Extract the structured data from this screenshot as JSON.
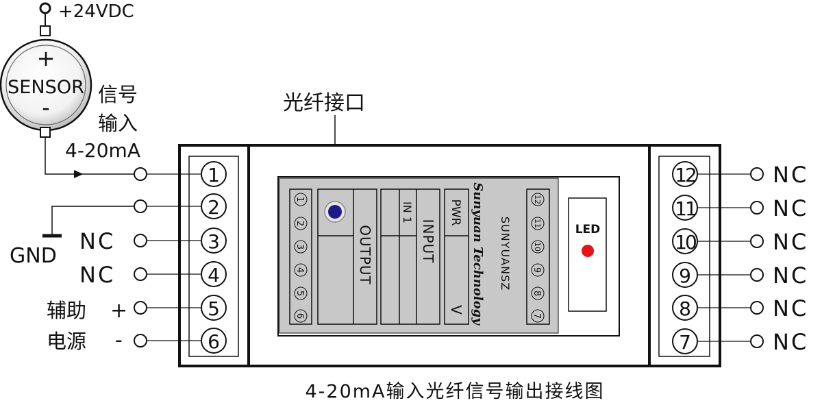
{
  "power_label": "+24VDC",
  "sensor": {
    "plus": "+",
    "label": "SENSOR",
    "minus": "-"
  },
  "signal_label_line1": "信号",
  "signal_label_line2": "输入",
  "signal_range": "4-20mA",
  "fiber_label": "光纤接口",
  "gnd_label": "GND",
  "aux_label_line1": "辅助",
  "aux_label_line2": "电源",
  "aux_plus": "+",
  "aux_minus": "-",
  "left_terminals": [
    {
      "num": "1",
      "label": ""
    },
    {
      "num": "2",
      "label": ""
    },
    {
      "num": "3",
      "label": "NC"
    },
    {
      "num": "4",
      "label": "NC"
    },
    {
      "num": "5",
      "label": ""
    },
    {
      "num": "6",
      "label": ""
    }
  ],
  "right_terminals": [
    {
      "num": "12",
      "label": "NC"
    },
    {
      "num": "11",
      "label": "NC"
    },
    {
      "num": "10",
      "label": "NC"
    },
    {
      "num": "9",
      "label": "NC"
    },
    {
      "num": "8",
      "label": "NC"
    },
    {
      "num": "7",
      "label": "NC"
    }
  ],
  "panel": {
    "left_pins": [
      "1",
      "2",
      "3",
      "4",
      "5",
      "6"
    ],
    "right_pins": [
      "12",
      "11",
      "10",
      "9",
      "8",
      "7"
    ],
    "output": "OUTPUT",
    "input": "INPUT",
    "in1": "IN 1",
    "pwr": "PWR",
    "v": "V",
    "brand": "Sunyuan Technology",
    "model": "SUNYUANSZ",
    "led": "LED"
  },
  "caption": "4-20mA输入光纤信号输出接线图",
  "colors": {
    "led_red": "#e8121a",
    "fiber_blue": "#1c1a8a",
    "panel_gray": "#c8c8c8"
  }
}
